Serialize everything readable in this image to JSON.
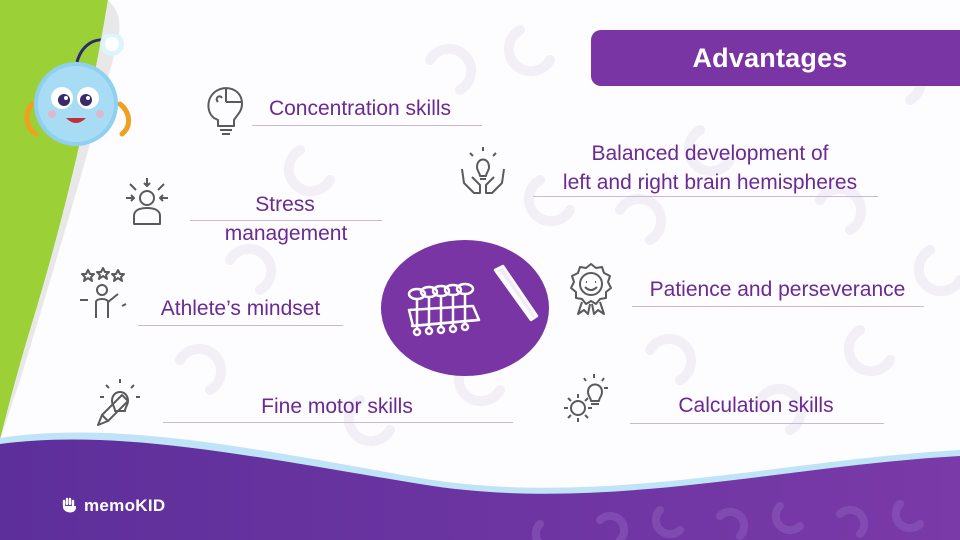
{
  "title": "Advantages",
  "items": {
    "concentration": "Concentration skills",
    "balanced_line1": "Balanced development of",
    "balanced_line2": "left and right brain hemispheres",
    "stress_line1": "Stress",
    "stress_line2": "management",
    "athlete": "Athlete’s mindset",
    "patience": "Patience and perseverance",
    "fine_motor": "Fine motor skills",
    "calculation": "Calculation skills"
  },
  "logo_text": "memoKID",
  "colors": {
    "purple": "#7a35a5",
    "text_purple": "#6b2a93",
    "green": "#9bd037",
    "footer_purple": "#5d2f9a"
  },
  "icons": {
    "concentration": "puzzle-head-icon",
    "balanced": "hands-lightbulb-icon",
    "stress": "stressed-person-icon",
    "athlete": "person-stars-icon",
    "patience": "smile-badge-icon",
    "fine_motor": "pencil-lightbulb-icon",
    "calculation": "gear-lightbulb-icon",
    "center": "abacus-icon"
  }
}
